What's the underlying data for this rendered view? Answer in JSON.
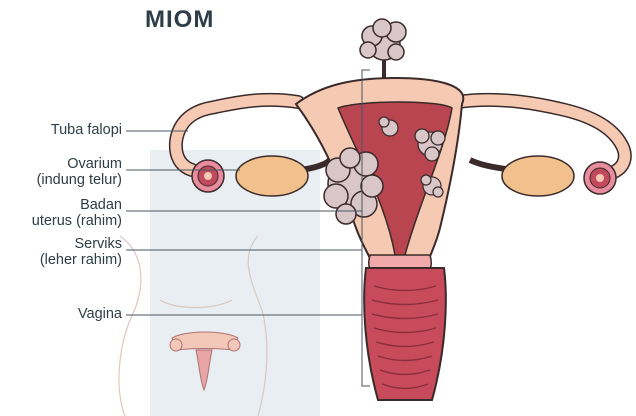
{
  "title": "MIOM",
  "labels": {
    "tuba": "Tuba falopi",
    "ovarium_1": "Ovarium",
    "ovarium_2": "(indung telur)",
    "badan_1": "Badan",
    "badan_2": "uterus (rahim)",
    "serviks_1": "Serviks",
    "serviks_2": "(leher rahim)",
    "vagina": "Vagina"
  },
  "colors": {
    "skin": "#f6c9b2",
    "uterus_outline": "#3a2a2a",
    "cavity": "#b8454f",
    "fibroid": "#d9c6c8",
    "ovary": "#f2c08c",
    "fimbria": "#c24a5e",
    "label_text": "#2e3d47",
    "leader_line": "#4a5560"
  }
}
